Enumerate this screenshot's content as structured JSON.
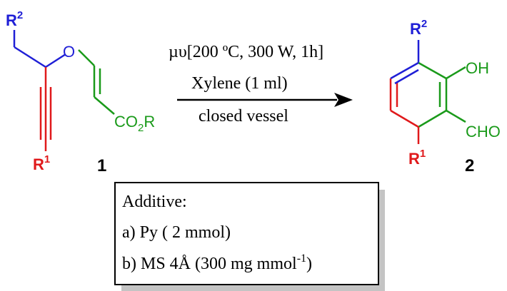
{
  "colors": {
    "blue": "#1f1fd6",
    "red": "#e0191b",
    "green": "#1a9a1a",
    "black": "#000000",
    "shadow": "#c4c4c4"
  },
  "reactant": {
    "r2_main": "R",
    "r2_sup": "2",
    "oxygen": "O",
    "co2r_a": "CO",
    "co2r_sub": "2",
    "co2r_b": "R",
    "r1_main": "R",
    "r1_sup": "1",
    "number": "1"
  },
  "conditions": {
    "line1": "µυ[200 ºC, 300 W, 1h]",
    "line2": "Xylene (1 ml)",
    "line3": "closed vessel"
  },
  "product": {
    "r2_main": "R",
    "r2_sup": "2",
    "oh": "OH",
    "cho": "CHO",
    "r1_main": "R",
    "r1_sup": "1",
    "number": "2"
  },
  "additive": {
    "title": "Additive:",
    "item_a": "a) Py ( 2 mmol)",
    "item_b_main": "b) MS 4Å (300 mg mmol",
    "item_b_sup": "-1",
    "item_b_end": ")"
  }
}
